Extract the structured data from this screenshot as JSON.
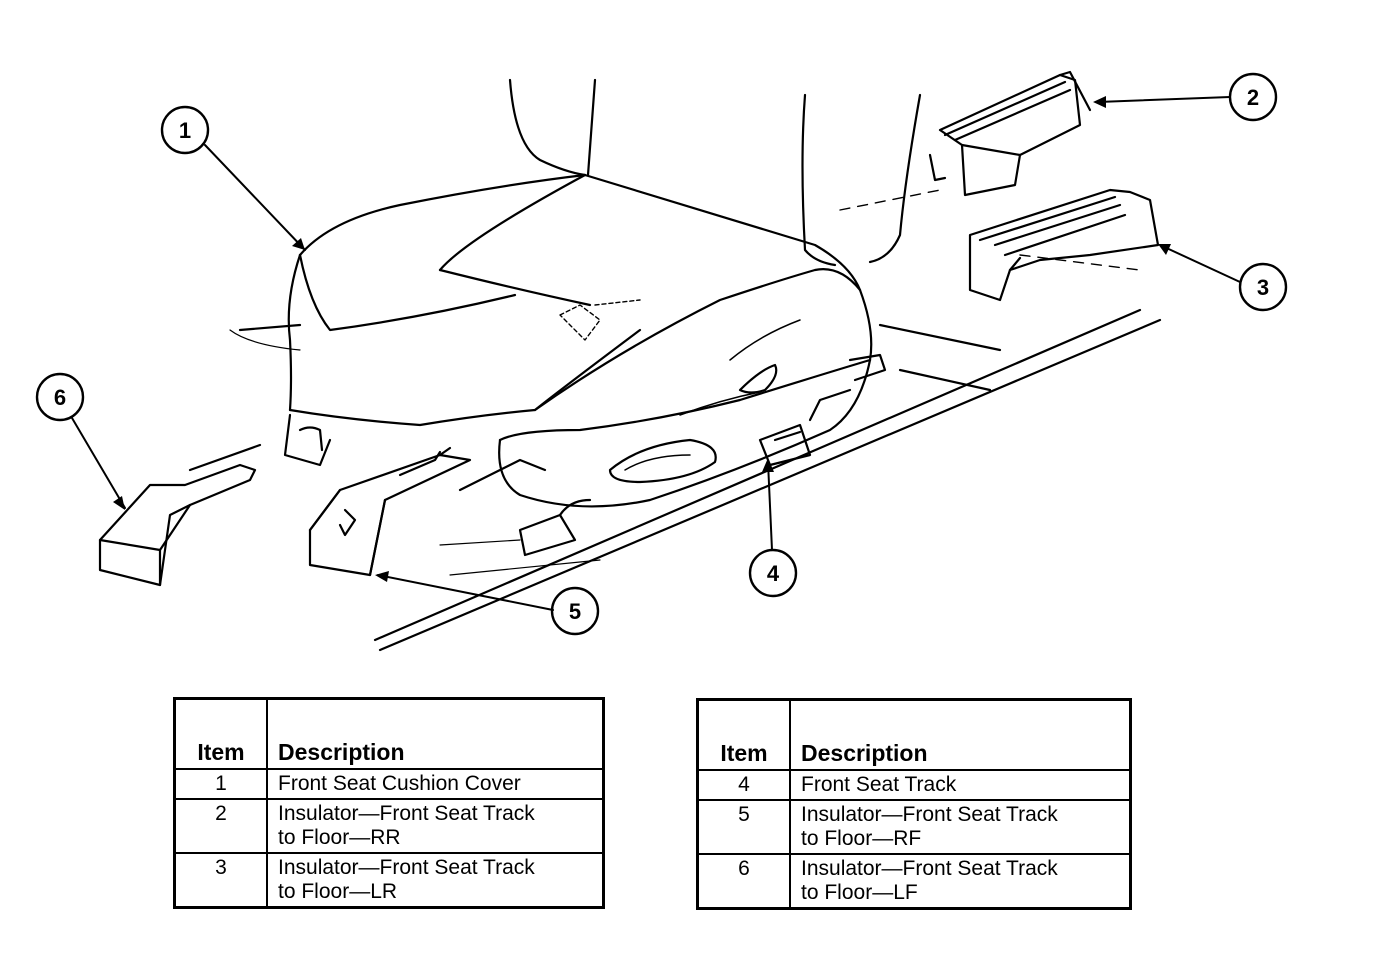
{
  "callouts": {
    "c1": "1",
    "c2": "2",
    "c3": "3",
    "c4": "4",
    "c5": "5",
    "c6": "6"
  },
  "legend_left": {
    "header_item": "Item",
    "header_description": "Description",
    "rows": [
      {
        "item": "1",
        "line1": "Front Seat Cushion Cover",
        "line2": ""
      },
      {
        "item": "2",
        "line1": "Insulator—Front Seat Track",
        "line2": "to Floor—RR"
      },
      {
        "item": "3",
        "line1": "Insulator—Front Seat Track",
        "line2": "to Floor—LR"
      }
    ]
  },
  "legend_right": {
    "header_item": "Item",
    "header_description": "Description",
    "rows": [
      {
        "item": "4",
        "line1": "Front Seat Track",
        "line2": ""
      },
      {
        "item": "5",
        "line1": "Insulator—Front Seat Track",
        "line2": "to Floor—RF"
      },
      {
        "item": "6",
        "line1": "Insulator—Front Seat Track",
        "line2": "to Floor—LF"
      }
    ]
  }
}
